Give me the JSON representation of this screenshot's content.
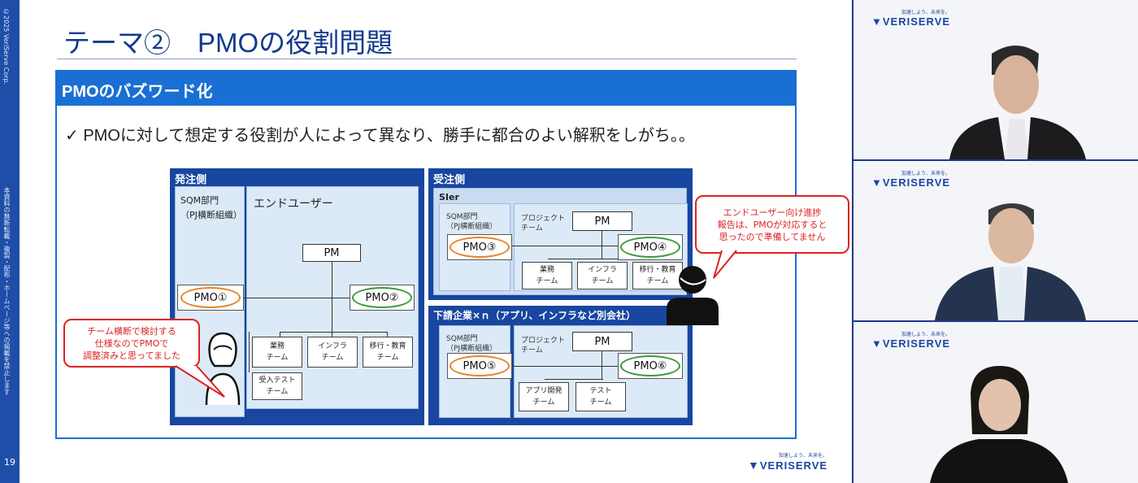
{
  "slide": {
    "copyright": "©2025 VeriServe Corp.",
    "side_note": "本資料の無断転載・複製・配布・ホームページ等への掲載を禁止します",
    "page_number": "19",
    "title": "テーマ②　PMOの役割問題",
    "banner": "PMOのバズワード化",
    "bullet": "✓ PMOに対して想定する役割が人によって異なり、勝手に都合のよい解釈をしがち。。"
  },
  "diagram": {
    "left": {
      "header": "発注側",
      "sqm": "SQM部門",
      "sqm_sub": "（PJ横断組織）",
      "enduser": "エンドユーザー",
      "pm": "PM",
      "pmo1": "PMO①",
      "pmo2": "PMO②",
      "team1a": "業務",
      "team1b": "チーム",
      "team2a": "インフラ",
      "team2b": "チーム",
      "team3a": "移行・教育",
      "team3b": "チーム",
      "team4a": "受入テスト",
      "team4b": "チーム",
      "bubble_1": "チーム横断で検討する",
      "bubble_2": "仕様なのでPMOで",
      "bubble_3": "調整済みと思ってました"
    },
    "right_top": {
      "header": "受注側",
      "sub": "SIer",
      "sqm": "SQM部門",
      "sqm_sub": "（PJ横断組織）",
      "project1": "プロジェクト",
      "project2": "チーム",
      "pm": "PM",
      "pmo3": "PMO③",
      "pmo4": "PMO④",
      "team1a": "業務",
      "team1b": "チーム",
      "team2a": "インフラ",
      "team2b": "チーム",
      "team3a": "移行・教育",
      "team3b": "チーム"
    },
    "right_bottom": {
      "header": "下請企業×ｎ（アプリ、インフラなど別会社）",
      "sqm": "SQM部門",
      "sqm_sub": "（PJ横断組織）",
      "project1": "プロジェクト",
      "project2": "チーム",
      "pm": "PM",
      "pmo5": "PMO⑤",
      "pmo6": "PMO⑥",
      "team1a": "アプリ開発",
      "team1b": "チーム",
      "team2a": "テスト",
      "team2b": "チーム"
    },
    "bubble_right_1": "エンドユーザー向け進捗",
    "bubble_right_2": "報告は、PMOが対応すると",
    "bubble_right_3": "思ったので準備してません"
  },
  "logo": {
    "tagline": "加速しよう、未来を。",
    "name": "VERISERVE"
  }
}
